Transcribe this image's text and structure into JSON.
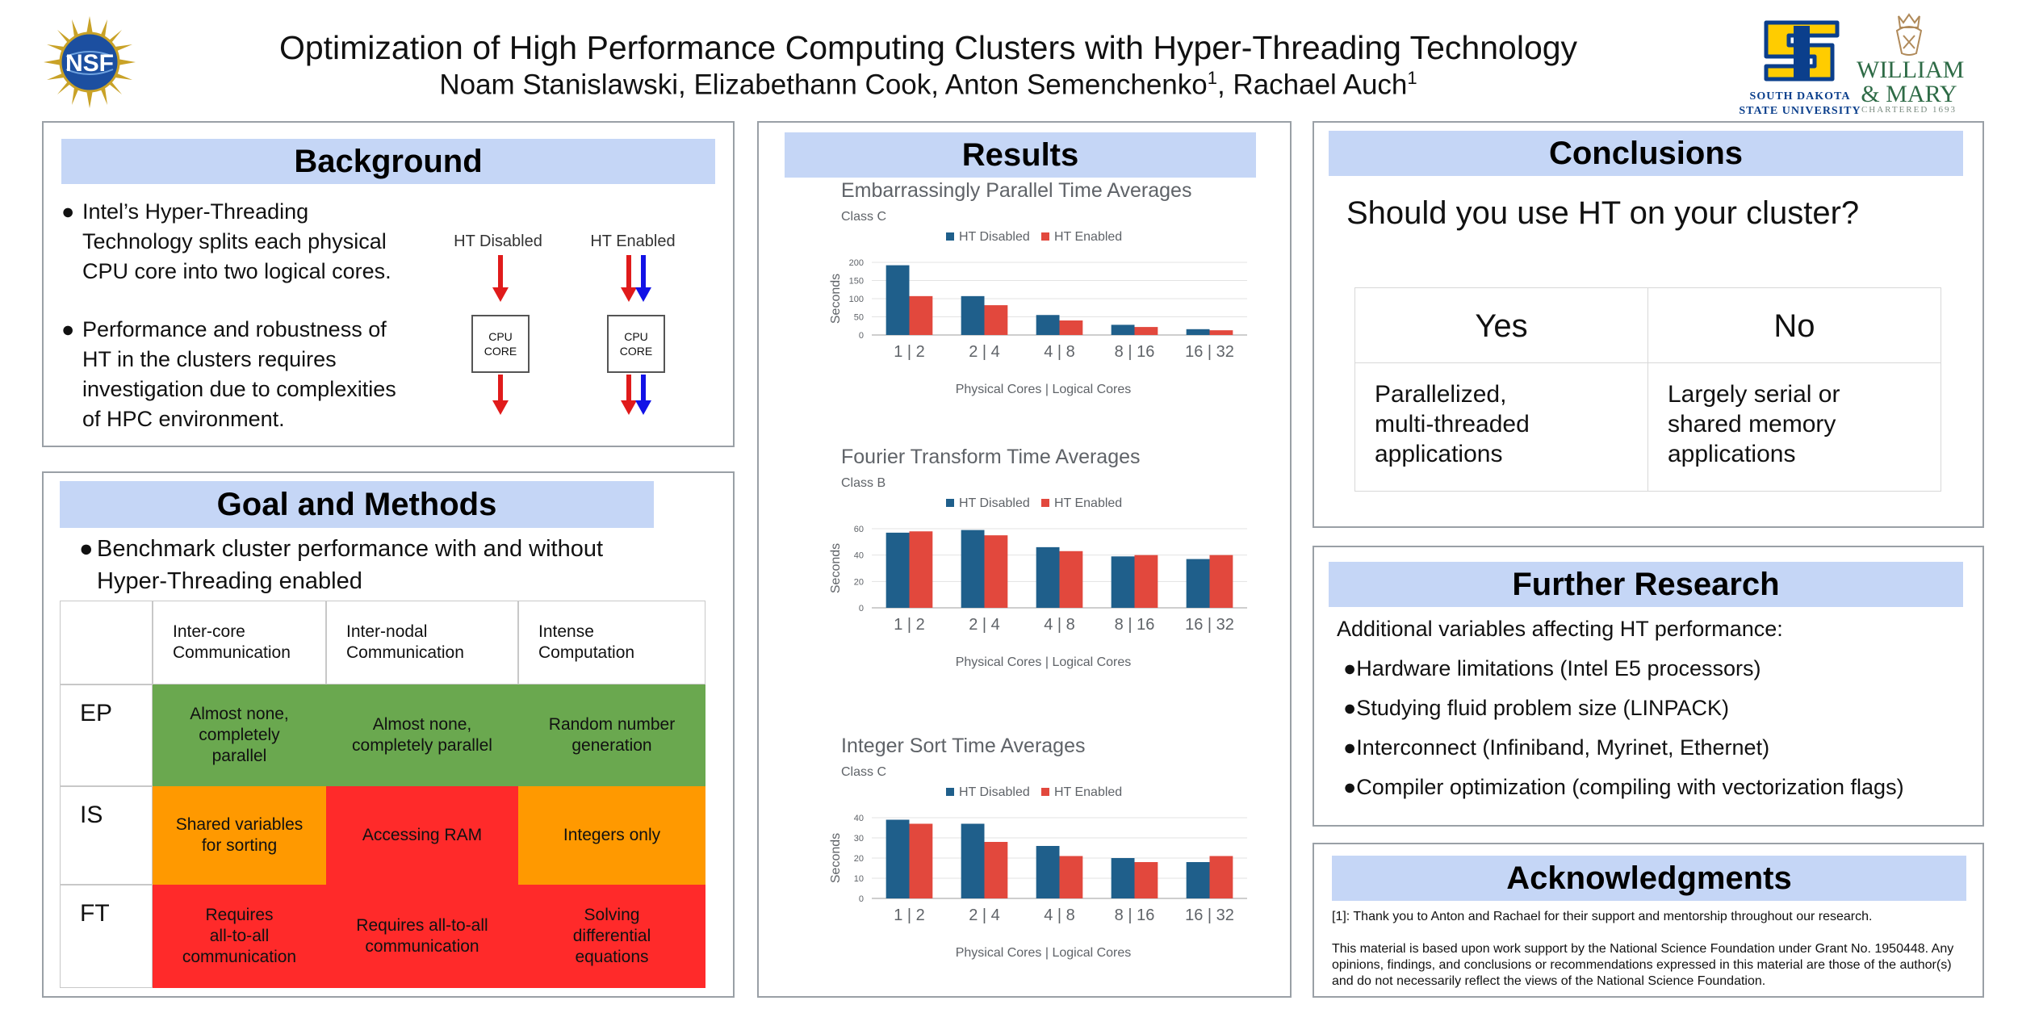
{
  "header": {
    "title": "Optimization of High Performance Computing Clusters with Hyper-Threading Technology",
    "authors_part1": "Noam Stanislawski, Elizabethann Cook, Anton Semenchenko",
    "sup1": "1",
    "authors_part2": ", Rachael Auch",
    "sup2": "1",
    "logo_nsf": "NSF",
    "logo_sdsu_line1": "SOUTH DAKOTA",
    "logo_sdsu_line2": "STATE UNIVERSITY",
    "logo_wm_line1": "WILLIAM",
    "logo_wm_line2": "& MARY",
    "logo_wm_line3": "CHARTERED 1693"
  },
  "background": {
    "heading": "Background",
    "bullet1": "Intel’s Hyper-Threading Technology splits each physical CPU core into two logical cores.",
    "bullet2": "Performance and robustness of HT in the clusters requires investigation due to complexities of HPC environment.",
    "diagram": {
      "label_disabled": "HT Disabled",
      "label_enabled": "HT Enabled",
      "cpu_line1": "CPU",
      "cpu_line2": "CORE"
    }
  },
  "goal": {
    "heading": "Goal and Methods",
    "bullet": "Benchmark cluster performance with and without Hyper-Threading enabled",
    "columns": [
      "Inter-core\nCommunication",
      "Inter-nodal\nCommunication",
      "Intense\nComputation"
    ],
    "rows": [
      {
        "label": "EP",
        "cells": [
          "Almost none,\ncompletely\nparallel",
          "Almost none,\ncompletely parallel",
          "Random number\ngeneration"
        ],
        "colors": [
          "green",
          "green",
          "green"
        ]
      },
      {
        "label": "IS",
        "cells": [
          "Shared variables\nfor sorting",
          "Accessing RAM",
          "Integers only"
        ],
        "colors": [
          "orange",
          "red",
          "orange"
        ]
      },
      {
        "label": "FT",
        "cells": [
          "Requires\nall-to-all\ncommunication",
          "Requires all-to-all\ncommunication",
          "Solving\ndifferential\nequations"
        ],
        "colors": [
          "red",
          "red",
          "red"
        ]
      }
    ],
    "color_values": {
      "green": "#6aa84f",
      "orange": "#ff9900",
      "red": "#ff2a2a"
    }
  },
  "results": {
    "heading": "Results"
  },
  "chart_data": [
    {
      "type": "bar",
      "title": "Embarrassingly Parallel Time Averages",
      "subtitle": "Class C",
      "xlabel": "Physical Cores | Logical Cores",
      "ylabel": "Seconds",
      "categories": [
        "1 | 2",
        "2 | 4",
        "4 | 8",
        "8 | 16",
        "16 | 32"
      ],
      "ylim": [
        0,
        200
      ],
      "yticks": [
        0,
        50,
        100,
        150,
        200
      ],
      "legend": "top",
      "grid": true,
      "series": [
        {
          "name": "HT Disabled",
          "color": "#1f5f8b",
          "values": [
            192,
            107,
            55,
            28,
            16
          ]
        },
        {
          "name": "HT Enabled",
          "color": "#e2483d",
          "values": [
            107,
            82,
            40,
            22,
            13
          ]
        }
      ]
    },
    {
      "type": "bar",
      "title": "Fourier Transform Time Averages",
      "subtitle": "Class B",
      "xlabel": "Physical Cores | Logical Cores",
      "ylabel": "Seconds",
      "categories": [
        "1 | 2",
        "2 | 4",
        "4 | 8",
        "8 | 16",
        "16 | 32"
      ],
      "ylim": [
        0,
        60
      ],
      "yticks": [
        0,
        20,
        40,
        60
      ],
      "legend": "top",
      "grid": true,
      "series": [
        {
          "name": "HT Disabled",
          "color": "#1f5f8b",
          "values": [
            57,
            59,
            46,
            39,
            37
          ]
        },
        {
          "name": "HT Enabled",
          "color": "#e2483d",
          "values": [
            58,
            55,
            43,
            40,
            40
          ]
        }
      ]
    },
    {
      "type": "bar",
      "title": "Integer Sort Time Averages",
      "subtitle": "Class C",
      "xlabel": "Physical Cores | Logical Cores",
      "ylabel": "Seconds",
      "categories": [
        "1 | 2",
        "2 | 4",
        "4 | 8",
        "8 | 16",
        "16 | 32"
      ],
      "ylim": [
        0,
        40
      ],
      "yticks": [
        0,
        10,
        20,
        30,
        40
      ],
      "legend": "top",
      "grid": true,
      "series": [
        {
          "name": "HT Disabled",
          "color": "#1f5f8b",
          "values": [
            39,
            37,
            26,
            20,
            18
          ]
        },
        {
          "name": "HT Enabled",
          "color": "#e2483d",
          "values": [
            37,
            28,
            21,
            18,
            21
          ]
        }
      ]
    }
  ],
  "conclusions": {
    "heading": "Conclusions",
    "question": "Should you use HT on your cluster?",
    "yes": "Yes",
    "no": "No",
    "yes_text": "Parallelized,\nmulti-threaded\napplications",
    "no_text": "Largely serial or\nshared memory\napplications"
  },
  "further": {
    "heading": "Further Research",
    "intro": "Additional variables affecting HT performance:",
    "items": [
      "●Hardware limitations (Intel E5 processors)",
      "●Studying fluid problem size (LINPACK)",
      "●Interconnect (Infiniband, Myrinet, Ethernet)",
      "●Compiler optimization (compiling with vectorization flags)"
    ]
  },
  "ack": {
    "heading": "Acknowledgments",
    "line1": "[1]: Thank you to Anton and Rachael for their support and mentorship throughout our research.",
    "line2": "This material is based upon work support by the National Science Foundation under Grant No. 1950448. Any opinions, findings, and conclusions or recommendations expressed in this material are those of the author(s) and do not necessarily reflect the views of the National Science Foundation."
  }
}
